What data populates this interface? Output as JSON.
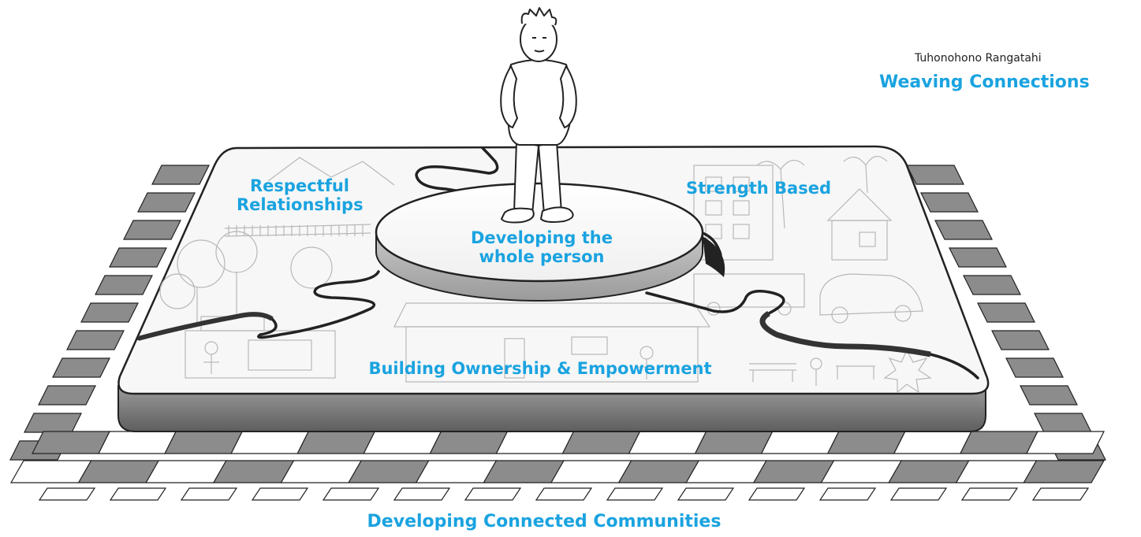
{
  "header": {
    "subtitle": "Tuhonohono Rangatahi",
    "title": "Weaving Connections"
  },
  "pieces": {
    "top_left": "Respectful Relationships",
    "top_right": "Strength Based",
    "center": "Developing the whole person",
    "bottom": "Building Ownership & Empowerment"
  },
  "base": {
    "label": "Developing Connected Communities"
  },
  "colors": {
    "accent": "#1aa3e0",
    "weave_dark": "#8c8c8c",
    "weave_light": "#ffffff",
    "board_edge": "#7a7a7a",
    "outline": "#222222"
  }
}
